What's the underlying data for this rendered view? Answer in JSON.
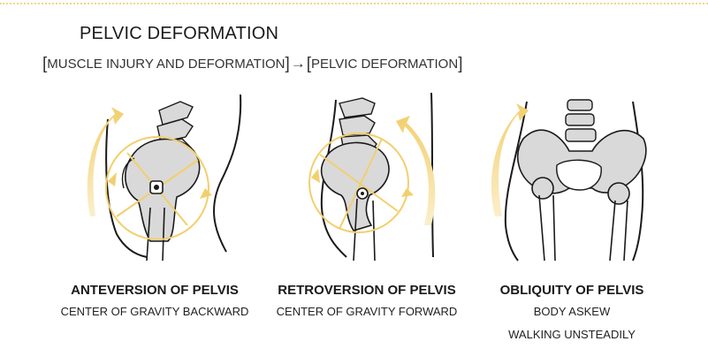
{
  "header": {
    "title": "PELVIC DEFORMATION",
    "bracket_left": "MUSCLE INJURY AND DEFORMATION",
    "arrow": "→",
    "bracket_right": "PELVIC DEFORMATION"
  },
  "panels": [
    {
      "heading": "ANTEVERSION OF PELVIS",
      "lines": [
        "CENTER OF GRAVITY BACKWARD"
      ]
    },
    {
      "heading": "RETROVERSION OF PELVIS",
      "lines": [
        "CENTER OF GRAVITY FORWARD"
      ]
    },
    {
      "heading": "OBLIQUITY OF PELVIS",
      "lines": [
        "BODY ASKEW",
        "WALKING UNSTEADILY"
      ]
    }
  ],
  "colors": {
    "accent": "#f2cf6e",
    "accent_light": "#f7e3a8",
    "bone_fill": "#d9d9d9",
    "outline": "#1a1a1a"
  }
}
